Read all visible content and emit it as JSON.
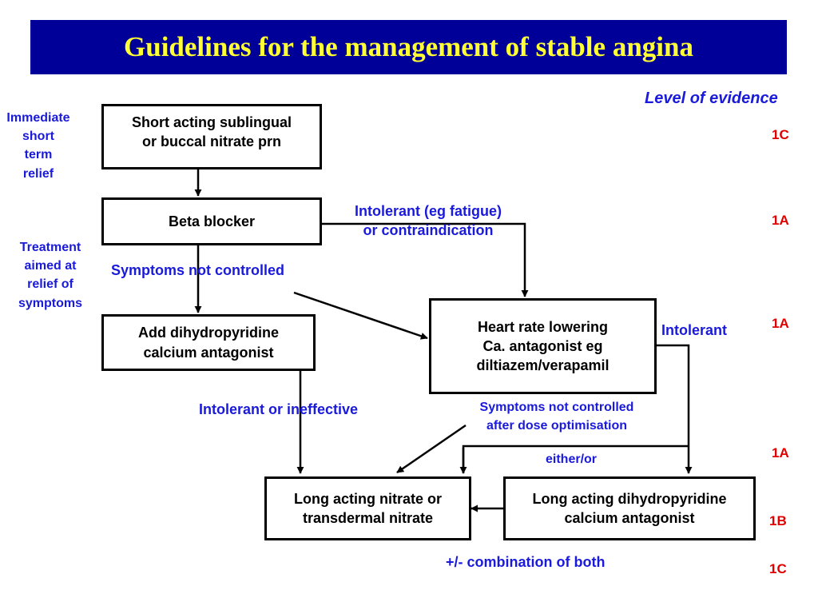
{
  "title": "Guidelines for the management of stable angina",
  "level_header": "Level of evidence",
  "side_labels": {
    "immediate": "Immediate\nshort\nterm\nrelief",
    "treatment": "Treatment\naimed at\nrelief of\nsymptoms"
  },
  "boxes": {
    "nitrate_prn": "Short acting sublingual\nor buccal nitrate prn",
    "beta_blocker": "Beta blocker",
    "dhp_add": "Add dihydropyridine\ncalcium antagonist",
    "hr_lowering": "Heart rate lowering\nCa. antagonist eg\ndiltiazem/verapamil",
    "long_nitrate": "Long acting nitrate or\ntransdermal nitrate",
    "long_dhp": "Long acting dihydropyridine\ncalcium antagonist"
  },
  "flow_labels": {
    "intolerant_eg": "Intolerant (eg fatigue)\nor contraindication",
    "symptoms_not_controlled": "Symptoms not controlled",
    "intolerant": "Intolerant",
    "intolerant_ineffective": "Intolerant or ineffective",
    "symptoms_after_dose": "Symptoms not controlled\nafter dose optimisation",
    "either_or": "either/or",
    "combination": "+/- combination of both"
  },
  "levels": [
    "1C",
    "1A",
    "1A",
    "1A",
    "1B",
    "1C"
  ],
  "colors": {
    "title_bg": "#000099",
    "title_text": "#ffff33",
    "label": "#1a1adb",
    "level": "#e00000"
  }
}
